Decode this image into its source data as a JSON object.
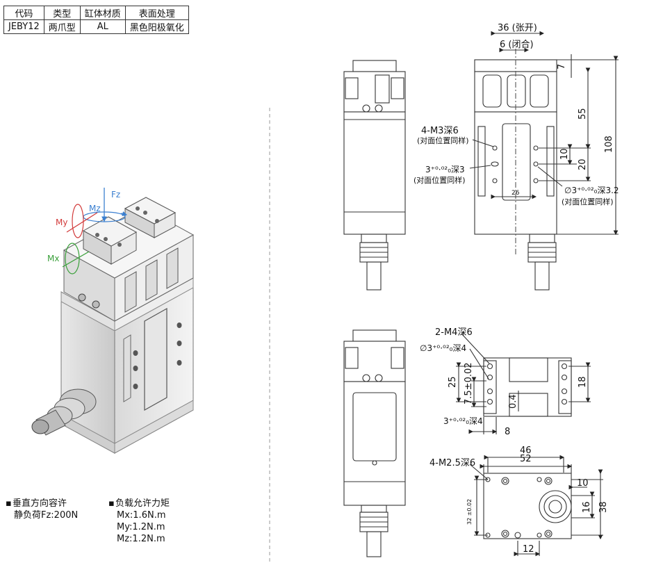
{
  "spec_table": {
    "headers": [
      "代码",
      "类型",
      "缸体材质",
      "表面处理"
    ],
    "row": [
      "JEBY12",
      "两爪型",
      "AL",
      "黑色阳极氧化"
    ]
  },
  "iso_labels": {
    "fz": "Fz",
    "mz": "Mz",
    "my": "My",
    "mx": "Mx"
  },
  "notes": {
    "vertical_title": "垂直方向容许",
    "vertical_value": "静负荷Fz:200N",
    "moment_title": "负载允许力矩",
    "mx": "Mx:1.6N.m",
    "my": "My:1.2N.m",
    "mz": "Mz:1.2N.m"
  },
  "dimensions": {
    "open_width": "36 (张开)",
    "closed_width": "6 (闭合)",
    "d7": "7",
    "d55": "55",
    "d108": "108",
    "d10": "10",
    "d20": "20",
    "d26": "26",
    "m3_holes": "4-M3深6",
    "m3_note": "(对面位置同样)",
    "pin_hole_left": "3⁺⁰·⁰²₀深3",
    "pin_left_note": "(对面位置同样)",
    "pin_hole_right": "∅3⁺⁰·⁰²₀深3.2",
    "pin_right_note": "(对面位置同样)",
    "m4_holes": "2-M4深6",
    "pin_phi4": "∅3⁺⁰·⁰²₀深4",
    "d25": "25",
    "d7_5": "7.5±0.02",
    "d0_4": "0.4",
    "d18": "18",
    "pin_side4": "3⁺⁰·⁰²₀深4",
    "d8": "8",
    "m25_holes": "4-M2.5深6",
    "d52": "52",
    "d46": "46",
    "d10b": "10",
    "d32": "32 ±0.02",
    "d16": "16",
    "d38": "38",
    "d12": "12"
  },
  "colors": {
    "fz": "#3a7fd0",
    "mz": "#3a7fd0",
    "my": "#d23a3a",
    "mx": "#3aa03a"
  }
}
